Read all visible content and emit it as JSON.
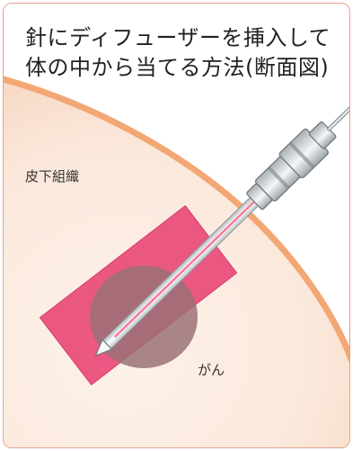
{
  "title": {
    "line1": "針にディフューザーを挿入して",
    "line2": "体の中から当てる方法(断面図)"
  },
  "labels": {
    "subcutaneous_tissue": "皮下組織",
    "tumor": "がん"
  },
  "colors": {
    "frame_border": "#e0a48e",
    "tissue_fill": "#fbe6d8",
    "tissue_edge": "#f2a774",
    "diffuser_region": "#e84b7a",
    "tumor": "#9a7178",
    "needle_metal": "#c5cacd",
    "light_line": "#ff6f97"
  }
}
